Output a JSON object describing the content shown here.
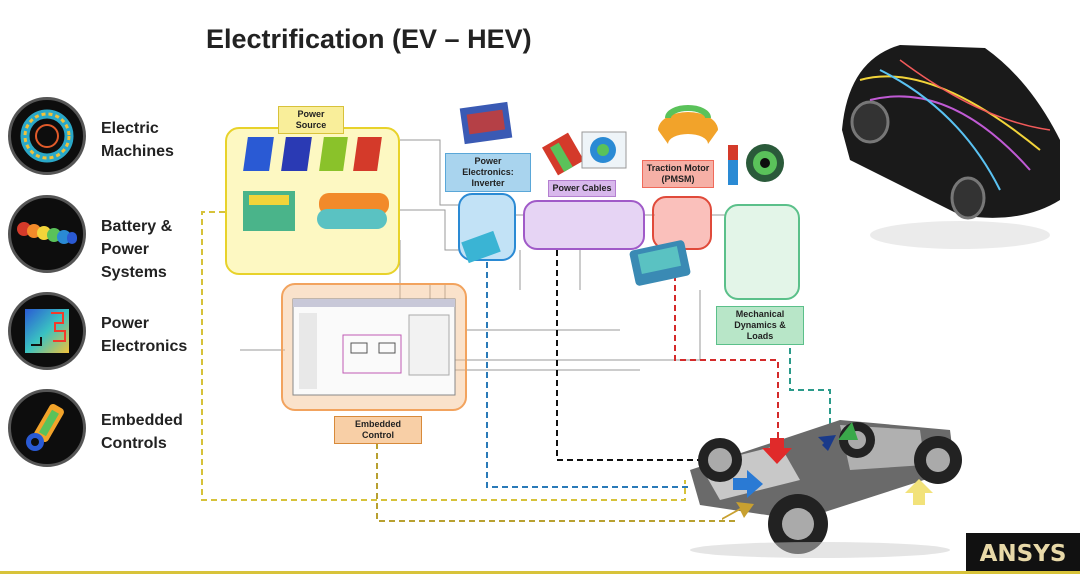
{
  "title": "Electrification (EV – HEV)",
  "categories": [
    {
      "line1": "Electric",
      "line2": "Machines",
      "icon": "electric-machine-icon"
    },
    {
      "line1": "Battery &",
      "line2": "Power Systems",
      "icon": "battery-icon"
    },
    {
      "line1": "Power",
      "line2": "Electronics",
      "icon": "power-electronics-icon"
    },
    {
      "line1": "Embedded",
      "line2": "Controls",
      "icon": "embedded-controls-icon"
    }
  ],
  "blocks": {
    "power_source": "Power Source",
    "inverter": "Power Electronics: Inverter",
    "power_cables": "Power Cables",
    "traction_motor": "Traction Motor (PMSM)",
    "mechanical": "Mechanical Dynamics & Loads",
    "embedded_control": "Embedded Control"
  },
  "logo": "ANSYS",
  "colors": {
    "power_source": "#f5e640",
    "inverter": "#5aa7d8",
    "power_cables": "#b47fd0",
    "traction_motor": "#f06a5a",
    "mechanical": "#5bc08a",
    "embedded_control": "#f2a35e"
  }
}
